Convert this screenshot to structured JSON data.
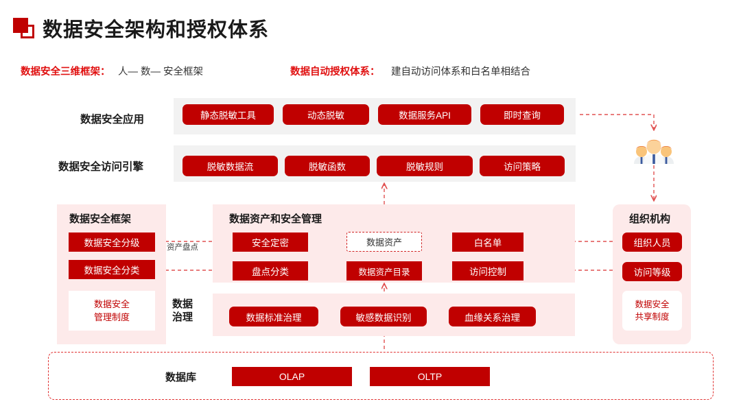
{
  "header": {
    "icon": "overlapping-squares-icon",
    "title": "数据安全架构和授权体系"
  },
  "subtitle": {
    "item1_key": "数据安全三维框架：",
    "item1_value": "人— 数— 安全框架",
    "item2_key": "数据自动授权体系：",
    "item2_value": "建自动访问体系和白名单相结合"
  },
  "rows": {
    "app": {
      "label": "数据安全应用",
      "items": [
        "静态脱敏工具",
        "动态脱敏",
        "数据服务API",
        "即时查询"
      ]
    },
    "engine": {
      "label": "数据安全访问引擎",
      "items": [
        "脱敏数据流",
        "脱敏函数",
        "脱敏规则",
        "访问策略"
      ]
    }
  },
  "left_panel": {
    "title": "数据安全框架",
    "items": [
      "数据安全分级",
      "数据安全分类"
    ],
    "note_line1": "数据安全",
    "note_line2": "管理制度"
  },
  "connector_labels": {
    "asset_count": "资产盘点"
  },
  "mid_panel": {
    "title": "数据资产和安全管理",
    "col1": [
      "安全定密",
      "盘点分类"
    ],
    "col2": [
      "数据资产",
      "数据资产目录"
    ],
    "col3": [
      "白名单",
      "访问控制"
    ]
  },
  "governance": {
    "label_line1": "数据",
    "label_line2": "治理",
    "items": [
      "数据标准治理",
      "敏感数据识别",
      "血缘关系治理"
    ]
  },
  "right_panel": {
    "title": "组织机构",
    "items": [
      "组织人员",
      "访问等级"
    ],
    "note_line1": "数据安全",
    "note_line2": "共享制度",
    "icon": "group-of-people-icon"
  },
  "database_panel": {
    "label": "数据库",
    "items": [
      "OLAP",
      "OLTP"
    ]
  },
  "colors": {
    "brand_red": "#c00000",
    "accent_red": "#e01010",
    "panel_pink": "#fdeaea",
    "band_grey": "#f2f2f2",
    "connector_red": "#e05050"
  }
}
